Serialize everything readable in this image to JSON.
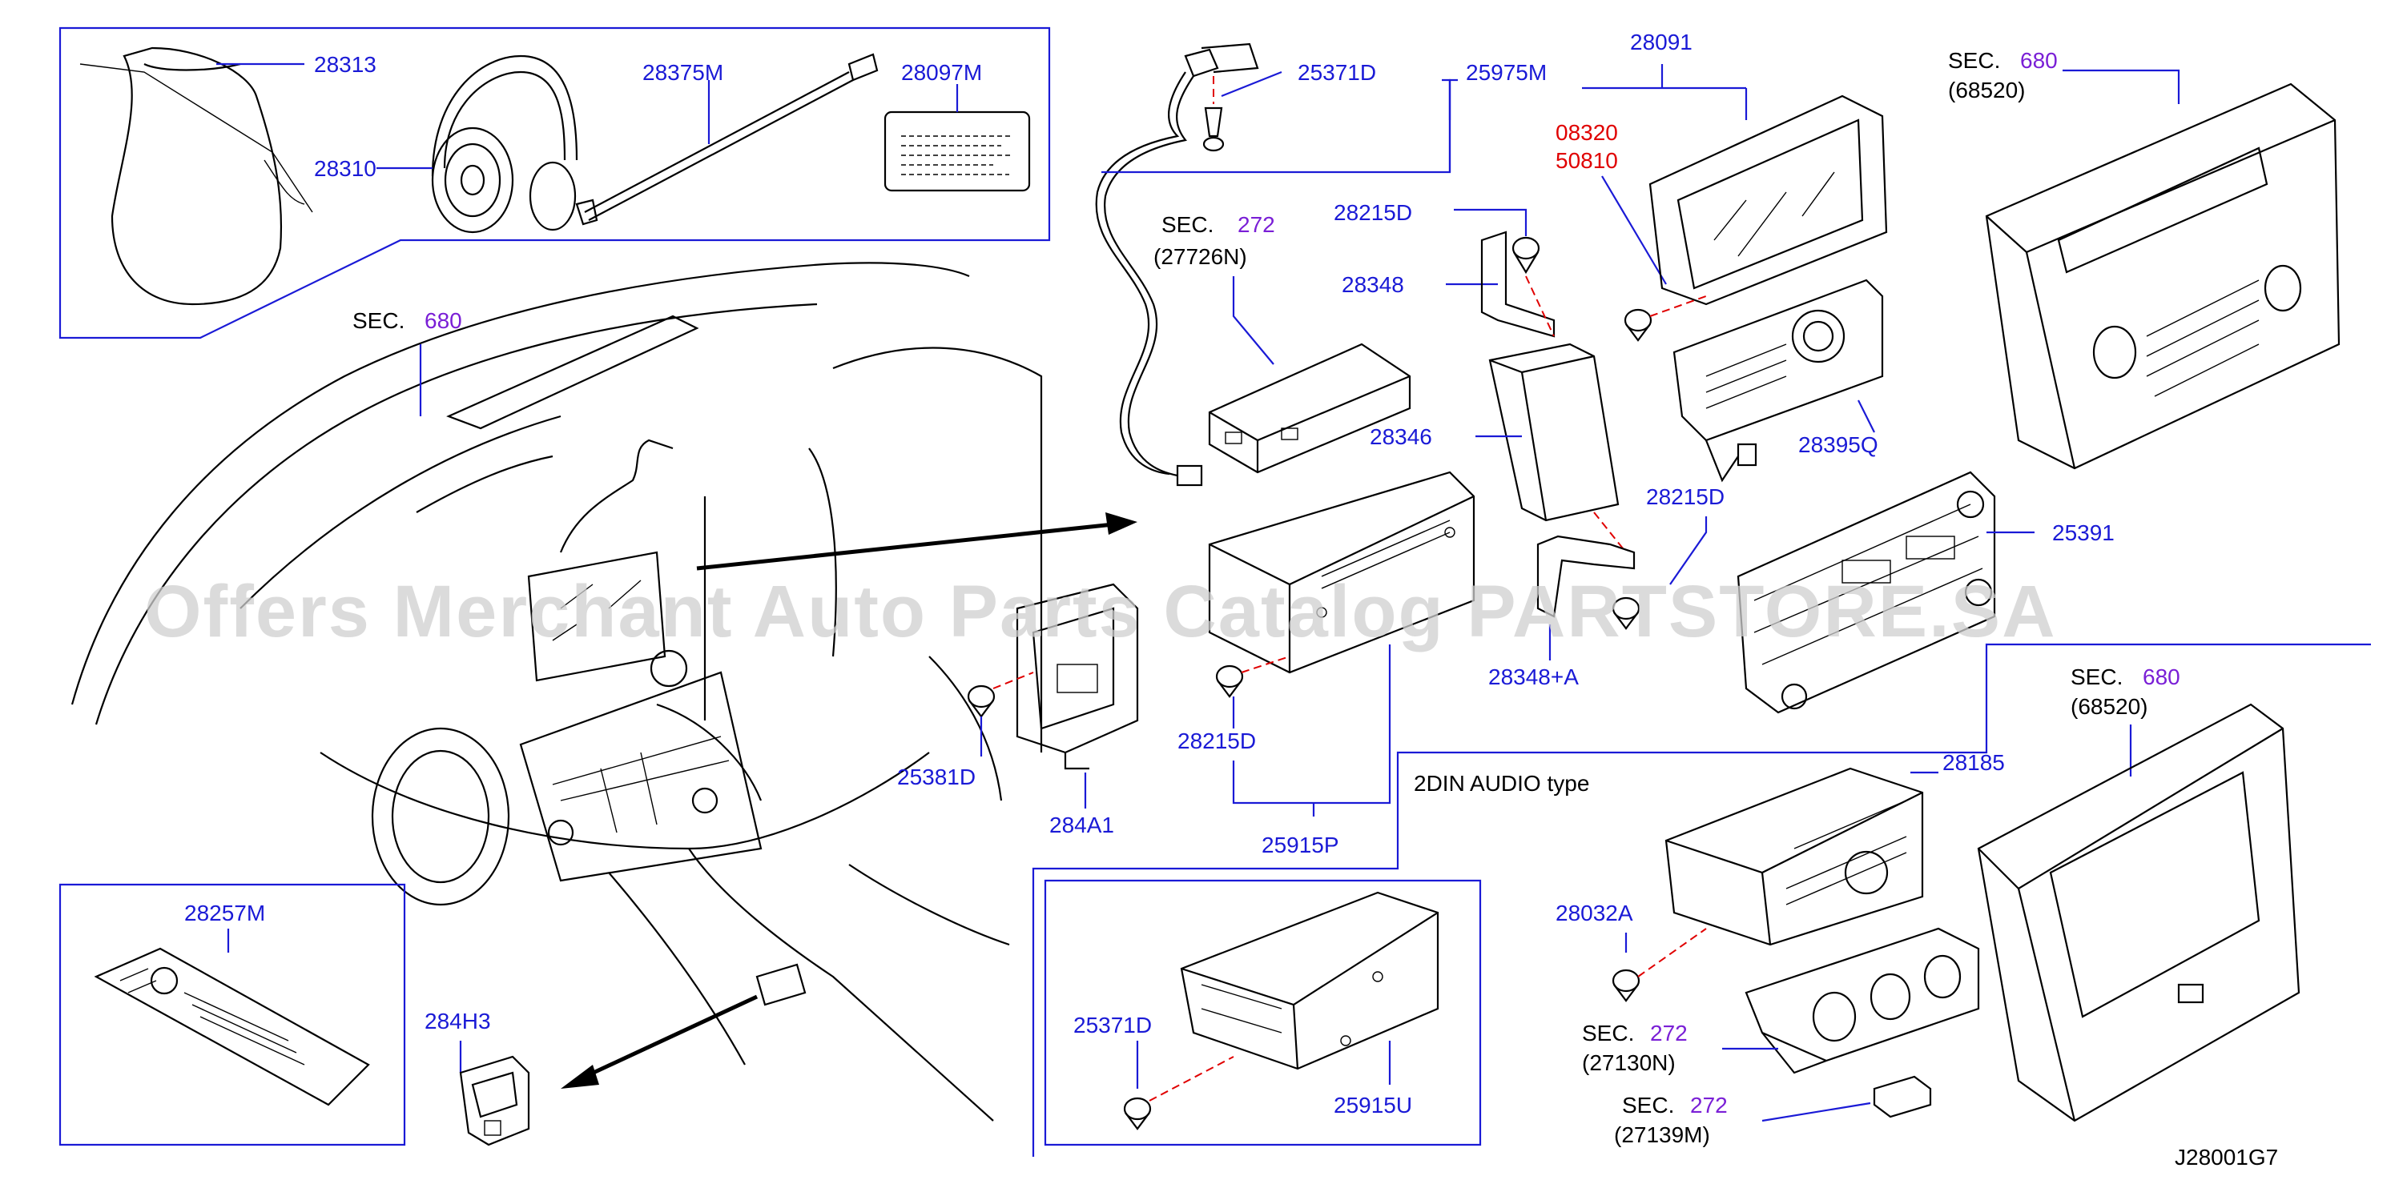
{
  "diagram": {
    "watermark": "Offers Merchant Auto Parts Catalog PARTSTORE.SA",
    "code": "J28001G7",
    "variant_label": "2DIN   AUDIO   type",
    "parts": {
      "p28313": "28313",
      "p28310": "28310",
      "p28375M": "28375M",
      "p28097M": "28097M",
      "p25371D_a": "25371D",
      "p25975M": "25975M",
      "p28091": "28091",
      "p08320": "08320",
      "p50810": "50810",
      "p28215D_a": "28215D",
      "p28348": "28348",
      "p28346": "28346",
      "p28215D_b": "28215D",
      "p28348A": "28348+A",
      "p28395Q": "28395Q",
      "p25391": "25391",
      "p25381D": "25381D",
      "p284A1": "284A1",
      "p28215D_c": "28215D",
      "p25915P": "25915P",
      "p28185": "28185",
      "p28032A": "28032A",
      "p28257M": "28257M",
      "p284H3": "284H3",
      "p25371D_b": "25371D",
      "p25915U": "25915U"
    },
    "sections": {
      "s1": {
        "label": "SEC.",
        "num": "680"
      },
      "s2": {
        "label": "SEC.",
        "num": "272",
        "ref": "(27726N)"
      },
      "s3": {
        "label": "SEC.",
        "num": "680",
        "ref": "(68520)"
      },
      "s4": {
        "label": "SEC.",
        "num": "680",
        "ref": "(68520)"
      },
      "s5": {
        "label": "SEC.",
        "num": "272",
        "ref": "(27130N)"
      },
      "s6": {
        "label": "SEC.",
        "num": "272",
        "ref": "(27139M)"
      }
    }
  }
}
